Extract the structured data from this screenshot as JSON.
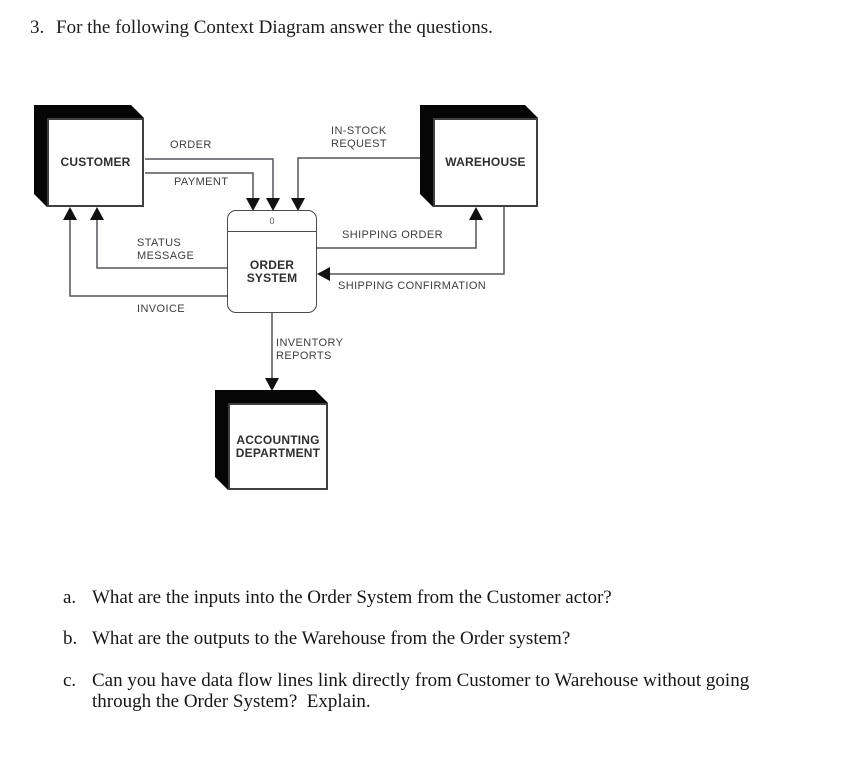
{
  "colors": {
    "background": "#ffffff",
    "diagram_line": "#54555a",
    "arrowhead": "#111111",
    "entity_shadow": "#060606",
    "entity_border": "#3e3f41",
    "diagram_label": "#3c3d3f",
    "body_text": "#1c1c1c"
  },
  "header": {
    "number": "3.",
    "title": "For the following Context Diagram answer the questions."
  },
  "diagram": {
    "entities": {
      "customer": {
        "label": "CUSTOMER"
      },
      "warehouse": {
        "label": "WAREHOUSE"
      },
      "accounting": {
        "label": "ACCOUNTING DEPARTMENT",
        "line1": "ACCOUNTING",
        "line2": "DEPARTMENT"
      }
    },
    "process": {
      "number": "0",
      "label": "ORDER SYSTEM",
      "line1": "ORDER",
      "line2": "SYSTEM"
    },
    "flows": {
      "order": {
        "label": "ORDER",
        "from": "customer",
        "to": "order-system"
      },
      "payment": {
        "label": "PAYMENT",
        "from": "customer",
        "to": "order-system"
      },
      "in_stock_request": {
        "label": "IN-STOCK REQUEST",
        "line1": "IN-STOCK",
        "line2": "REQUEST",
        "from": "warehouse",
        "to": "order-system"
      },
      "status_message": {
        "label": "STATUS MESSAGE",
        "line1": "STATUS",
        "line2": "MESSAGE",
        "from": "order-system",
        "to": "customer"
      },
      "invoice": {
        "label": "INVOICE",
        "from": "order-system",
        "to": "customer"
      },
      "shipping_order": {
        "label": "SHIPPING ORDER",
        "from": "order-system",
        "to": "warehouse"
      },
      "shipping_confirmation": {
        "label": "SHIPPING CONFIRMATION",
        "from": "warehouse",
        "to": "order-system"
      },
      "inventory_reports": {
        "label": "INVENTORY REPORTS",
        "line1": "INVENTORY",
        "line2": "REPORTS",
        "from": "order-system",
        "to": "accounting"
      }
    }
  },
  "questions": [
    {
      "letter": "a.",
      "line1": "What are the inputs into the Order System from the Customer actor?"
    },
    {
      "letter": "b.",
      "line1": "What are the outputs to the Warehouse from the Order system?"
    },
    {
      "letter": "c.",
      "line1": "Can you have data flow lines link directly from Customer to Warehouse without going",
      "line2": "through the Order System?  Explain."
    }
  ]
}
